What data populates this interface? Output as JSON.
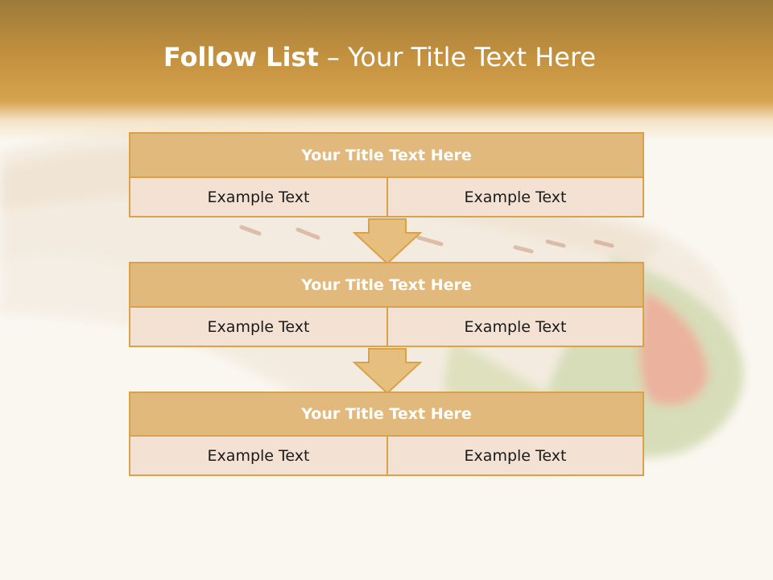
{
  "title": {
    "bold": "Follow List",
    "rest": "– Your Title Text Here"
  },
  "steps": [
    {
      "title": "Your Title Text Here",
      "left": "Example Text",
      "right": "Example Text"
    },
    {
      "title": "Your Title Text Here",
      "left": "Example Text",
      "right": "Example Text"
    },
    {
      "title": "Your Title Text Here",
      "left": "Example Text",
      "right": "Example Text"
    }
  ],
  "colors": {
    "header_band": "#c3913f",
    "step_header_fill": "#e2b97c",
    "step_cell_fill": "#f3e2d3",
    "border": "#d9a24a",
    "arrow_fill": "#e6bf7f"
  },
  "background_image": "food-wrap-photo"
}
